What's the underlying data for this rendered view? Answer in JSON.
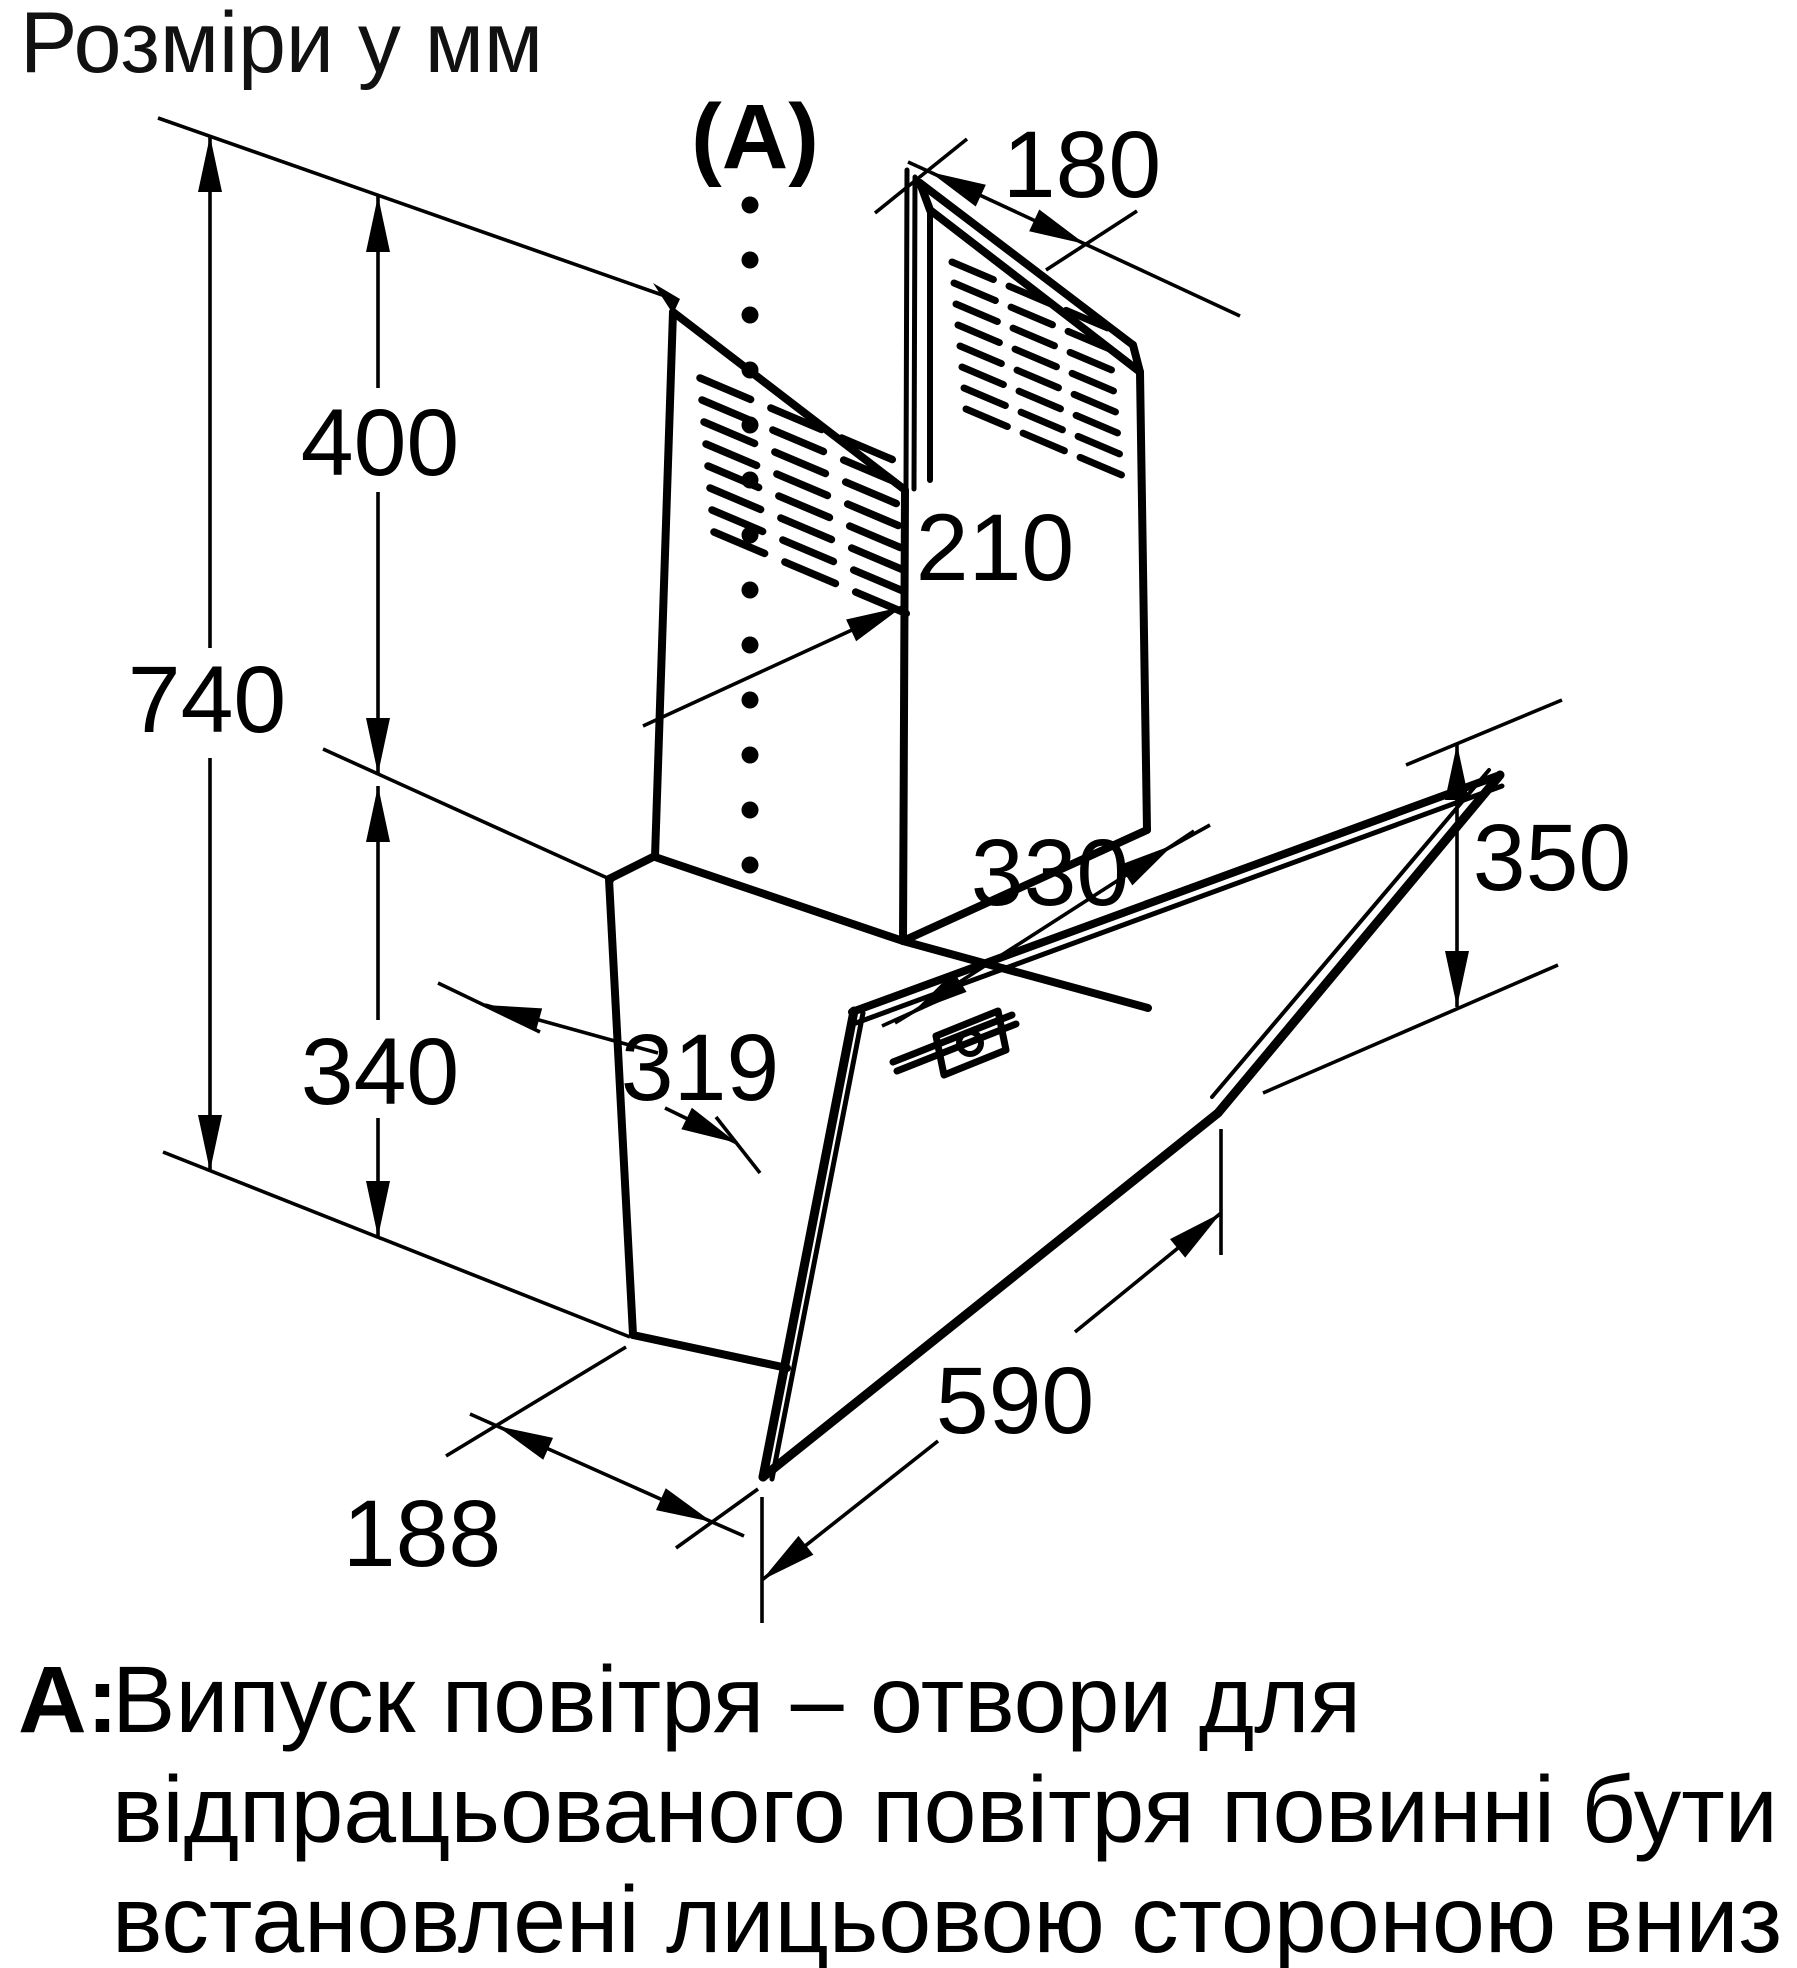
{
  "title": "Розміри у мм",
  "callout_label": "(A)",
  "dimensions": {
    "total_height": "740",
    "chimney_section_height": "400",
    "body_height": "340",
    "duct_top_depth": "180",
    "duct_width": "210",
    "canopy_top_depth": "330",
    "canopy_mid_depth": "319",
    "glass_front_height": "350",
    "glass_width": "590",
    "bottom_depth": "188"
  },
  "footnote": {
    "prefix": "A:",
    "lines": [
      "Випуск повітря – отвори для",
      "відпрацьованого повітря повинні бути",
      "встановлені лицьовою стороною вниз"
    ]
  }
}
